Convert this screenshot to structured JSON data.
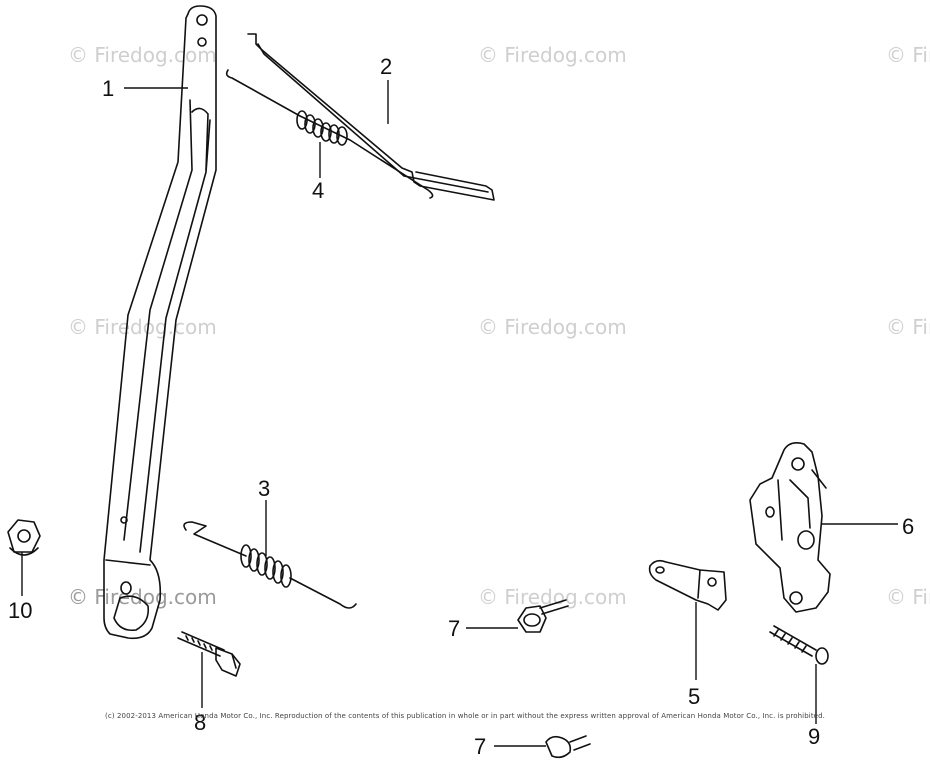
{
  "watermark": "© Firedog.com",
  "copyright": "(c) 2002-2013 American Honda Motor Co., Inc. Reproduction of the contents of this publication in whole or in part without the express written approval of American Honda Motor Co., Inc. is prohibited.",
  "callouts": {
    "c1": "1",
    "c2": "2",
    "c3": "3",
    "c4": "4",
    "c5": "5",
    "c6": "6",
    "c7a": "7",
    "c7b": "7",
    "c8": "8",
    "c9": "9",
    "c10": "10"
  }
}
